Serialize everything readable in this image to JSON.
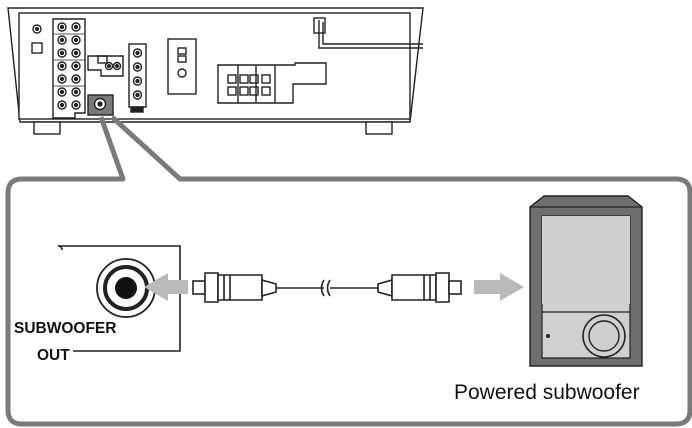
{
  "labels": {
    "jack_line1": "SUBWOOFER",
    "jack_line2": "OUT",
    "device": "Powered subwoofer"
  },
  "colors": {
    "line": "#222222",
    "highlight_jack": "#7a7a7a",
    "arrow": "#b9b9b9",
    "sub_body": "#6f6f6f",
    "sub_front": "#cfcfcf"
  }
}
